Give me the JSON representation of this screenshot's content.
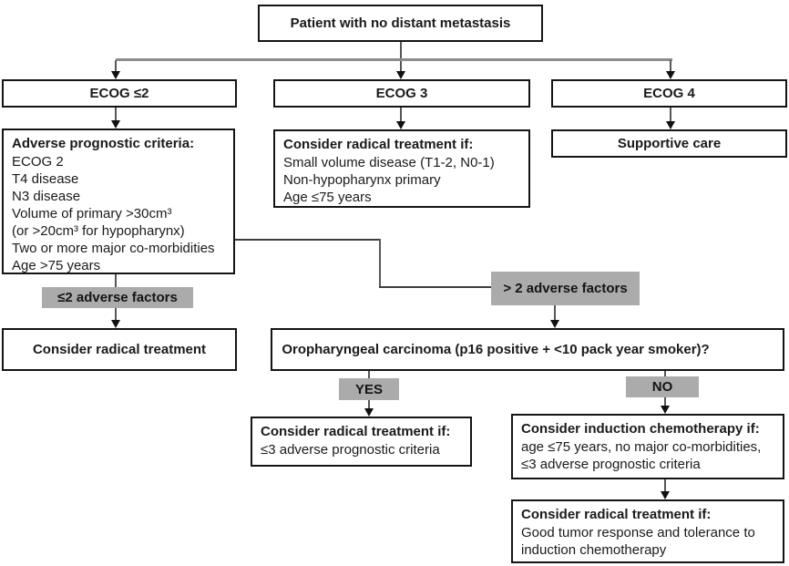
{
  "diagram_title": "Head and neck cancer treatment decision flowchart",
  "colors": {
    "label_gray": "#ababab",
    "box_border": "#141414",
    "tree_line_gray": "#8c8c8c",
    "connector_dark": "#3e3e3e"
  },
  "nodes": {
    "patient": {
      "title": "Patient with no distant metastasis"
    },
    "ecog_le2": {
      "title": "ECOG ≤2"
    },
    "ecog_3": {
      "title": "ECOG 3"
    },
    "ecog_4": {
      "title": "ECOG 4"
    },
    "adverse": {
      "title": "Adverse prognostic criteria:",
      "lines": [
        "ECOG 2",
        "T4 disease",
        "N3 disease",
        "Volume of primary >30cm³",
        "(or >20cm³ for hypopharynx)",
        "Two or more major co-morbidities",
        "Age >75 years"
      ]
    },
    "ecog3_treatment": {
      "title": "Consider radical treatment if:",
      "lines": [
        "Small volume disease (T1-2, N0-1)",
        "Non-hypopharynx primary",
        "Age ≤75 years"
      ]
    },
    "supportive": {
      "title": "Supportive care"
    },
    "radical": {
      "title": "Consider radical treatment"
    },
    "oropharyngeal": {
      "title": "Oropharyngeal carcinoma (p16 positive + <10 pack year smoker)?"
    },
    "yes_result": {
      "title": "Consider radical treatment if:",
      "lines": [
        "≤3 adverse prognostic criteria"
      ]
    },
    "no_result": {
      "title": "Consider induction chemotherapy if:",
      "lines": [
        "age ≤75 years, no major co-morbidities,",
        "≤3 adverse prognostic criteria"
      ]
    },
    "final": {
      "title": "Consider radical treatment if:",
      "lines": [
        "Good tumor response and tolerance to",
        "induction chemotherapy"
      ]
    }
  },
  "labels": {
    "le2": "≤2 adverse factors",
    "gt2": "> 2 adverse factors",
    "yes": "YES",
    "no": "NO"
  }
}
